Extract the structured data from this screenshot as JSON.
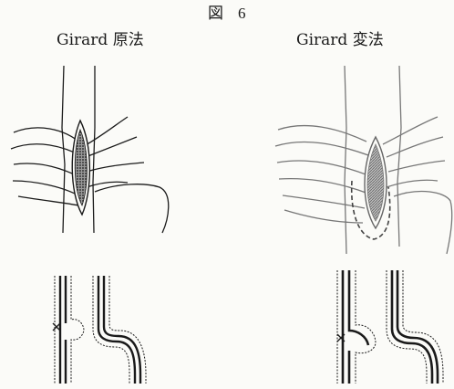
{
  "figure": {
    "label": "図",
    "number": "6"
  },
  "panels": {
    "left": {
      "title": "Girard 原法"
    },
    "right": {
      "title": "Girard 変法"
    }
  },
  "colors": {
    "ink": "#1a1a1a",
    "faint_ink": "#777777",
    "paper": "#fbfbf8"
  }
}
